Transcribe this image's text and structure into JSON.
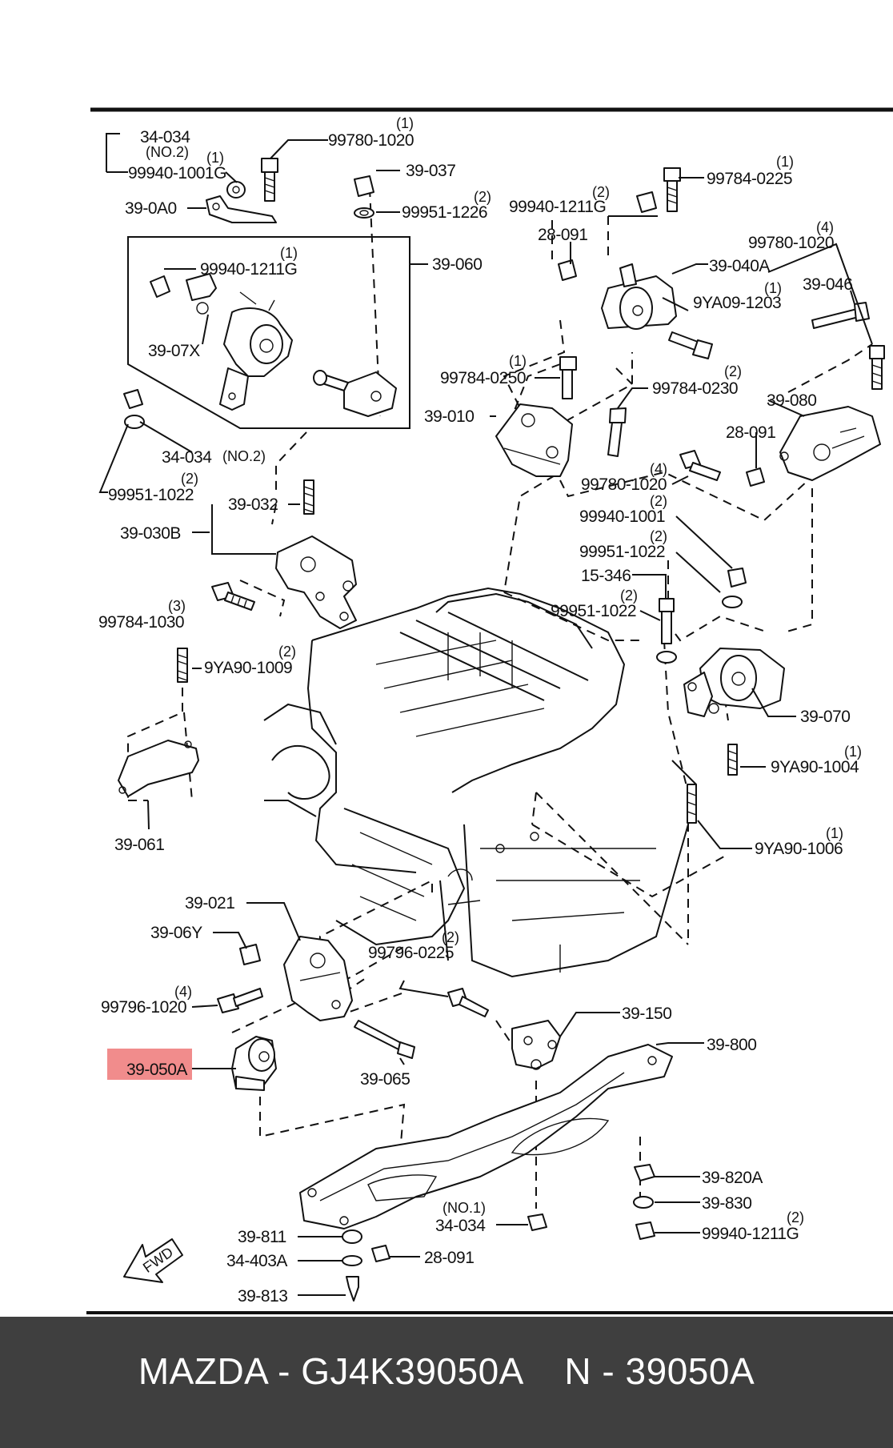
{
  "labels": {
    "l01": "34-034",
    "l02": "(NO.2)",
    "l03": "99940-1001G",
    "l04": "(1)",
    "l05": "99780-1020",
    "l06": "(1)",
    "l07": "39-0A0",
    "l08": "39-037",
    "l09": "99951-1226",
    "l10": "(2)",
    "l11": "39-060",
    "l12": "99940-1211G",
    "l13": "(1)",
    "l14": "39-07X",
    "l15": "34-034",
    "l16": "(NO.2)",
    "l17": "99951-1022",
    "l18": "(2)",
    "l19": "39-032",
    "l20": "39-030B",
    "l21": "99784-1030",
    "l22": "(3)",
    "l23": "9YA90-1009",
    "l24": "(2)",
    "l25": "39-061",
    "r01": "99784-0225",
    "r02": "(1)",
    "r03": "99940-1211G",
    "r04": "(2)",
    "r05": "28-091",
    "r06": "39-040A",
    "r07": "99780-1020",
    "r08": "(4)",
    "r09": "39-046",
    "r10": "9YA09-1203",
    "r11": "(1)",
    "r12": "99784-0250",
    "r13": "(1)",
    "r14": "99784-0230",
    "r15": "(2)",
    "r16": "39-010",
    "r17": "39-080",
    "r18": "28-091",
    "r19": "99780-1020",
    "r20": "(4)",
    "r21": "99940-1001",
    "r22": "(2)",
    "r23": "99951-1022",
    "r24": "(2)",
    "r25": "15-346",
    "r26": "99951-1022",
    "r27": "(2)",
    "r28": "39-070",
    "r29": "9YA90-1004",
    "r30": "(1)",
    "r31": "9YA90-1006",
    "r32": "(1)",
    "b01": "39-021",
    "b02": "39-06Y",
    "b03": "99796-0225",
    "b04": "(2)",
    "b05": "99796-1020",
    "b06": "(4)",
    "b07": "39-050A",
    "b08": "39-065",
    "b09": "39-150",
    "b10": "39-800",
    "b11": "39-820A",
    "b12": "39-830",
    "b13": "99940-1211G",
    "b14": "(2)",
    "b15": "(NO.1)",
    "b16": "34-034",
    "b17": "39-811",
    "b18": "34-403A",
    "b19": "28-091",
    "b20": "39-813",
    "b21": "FWD"
  },
  "highlight_color": "#f08080",
  "footer": {
    "text": "MAZDA - GJ4K39050A    N - 39050A"
  }
}
